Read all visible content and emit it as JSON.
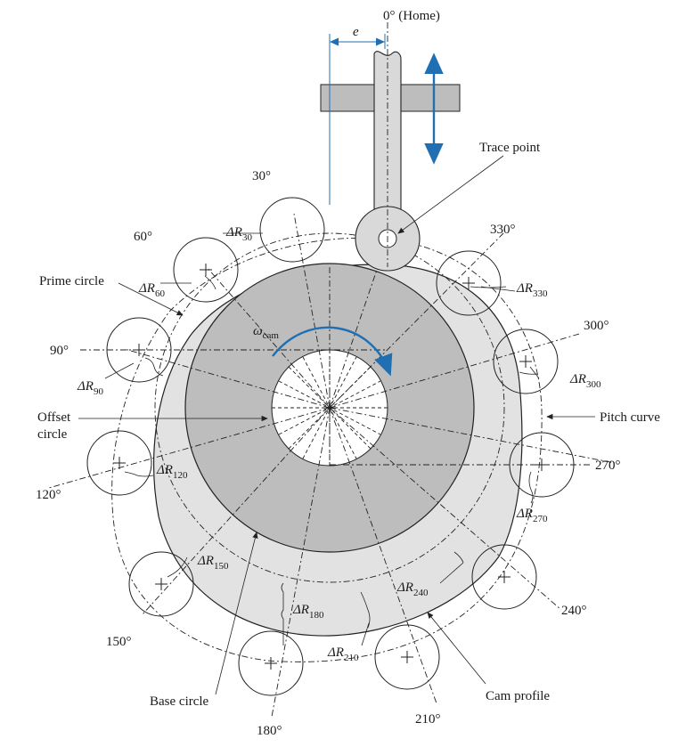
{
  "colors": {
    "cam_fill": "#e2e2e2",
    "base_fill": "#bdbdbd",
    "follower_fill": "#d9d9d9",
    "accent_blue": "#1f6fb2",
    "line": "#222222"
  },
  "top_labels": {
    "home": "0° (Home)",
    "offset_e": "e",
    "trace_point": "Trace point",
    "omega": "ω",
    "omega_sub": "cam"
  },
  "angle_labels": {
    "a30": "30°",
    "a60": "60°",
    "a90": "90°",
    "a120": "120°",
    "a150": "150°",
    "a180": "180°",
    "a210": "210°",
    "a240": "240°",
    "a270": "270°",
    "a300": "300°",
    "a330": "330°"
  },
  "delta_labels": {
    "symbol": "ΔR",
    "r30": "30",
    "r60": "60",
    "r90": "90",
    "r120": "120",
    "r150": "150",
    "r180": "180",
    "r210": "210",
    "r240": "240",
    "r270": "270",
    "r300": "300",
    "r330": "330"
  },
  "callouts": {
    "prime_circle": "Prime circle",
    "offset_circle_1": "Offset",
    "offset_circle_2": "circle",
    "pitch_curve": "Pitch curve",
    "base_circle": "Base circle",
    "cam_profile": "Cam profile"
  }
}
